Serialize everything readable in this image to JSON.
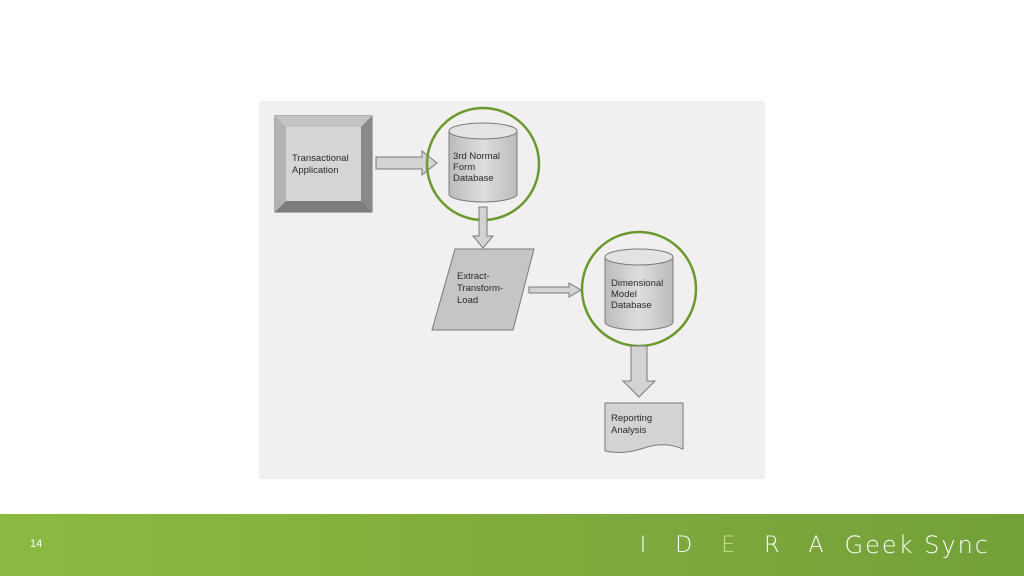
{
  "diagram": {
    "nodes": {
      "transactional_application": [
        "Transactional",
        "Application"
      ],
      "normal_form_database": [
        "3rd Normal",
        "Form",
        "Database"
      ],
      "etl": [
        "Extract-",
        "Transform-",
        "Load"
      ],
      "dimensional_model_database": [
        "Dimensional",
        "Model",
        "Database"
      ],
      "reporting_analysis": [
        "Reporting",
        "Analysis"
      ]
    },
    "colors": {
      "panel": "#f2eff1",
      "shape_fill": "#d4d2d3",
      "shape_stroke": "#7a7a7a",
      "highlight_ring": "#6a9a2e"
    }
  },
  "footer": {
    "page_number": "14",
    "brand_logo_letters": [
      "I",
      "D",
      "E",
      "R",
      "A"
    ],
    "brand_product": "Geek Sync",
    "colors": {
      "bar": "#80ad3d",
      "text": "#ffffff"
    }
  }
}
